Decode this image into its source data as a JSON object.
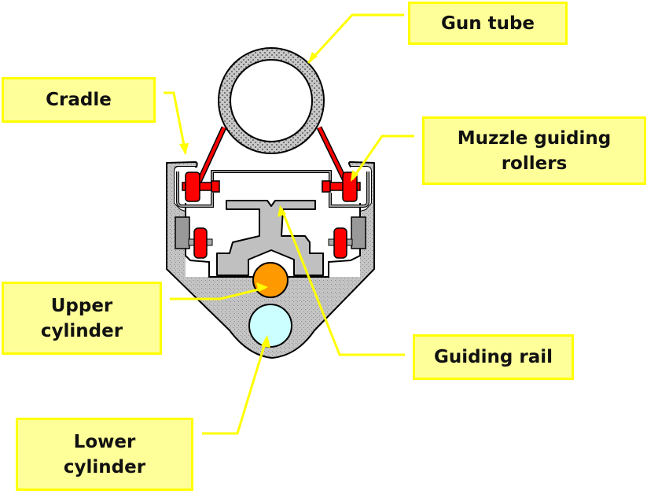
{
  "title": "Gun cradle cross-section with guiding rail and cylinders",
  "colors": {
    "label_fill": "#ffff99",
    "label_border": "#ffff00",
    "leader_line": "#ffff00",
    "cradle_fill": "#c0c0c0",
    "rail_fill": "#c0c0c0",
    "roller_red": "#ff0000",
    "pad_gray": "#999999",
    "upper_cylinder": "#ff9900",
    "lower_cylinder": "#ccffff",
    "outline": "#000000"
  },
  "labels": {
    "gun_tube": "Gun tube",
    "cradle": "Cradle",
    "muzzle_rollers": "Muzzle guiding\nrollers",
    "upper_cylinder": "Upper\ncylinder",
    "guiding_rail": "Guiding rail",
    "lower_cylinder": "Lower\ncylinder"
  }
}
